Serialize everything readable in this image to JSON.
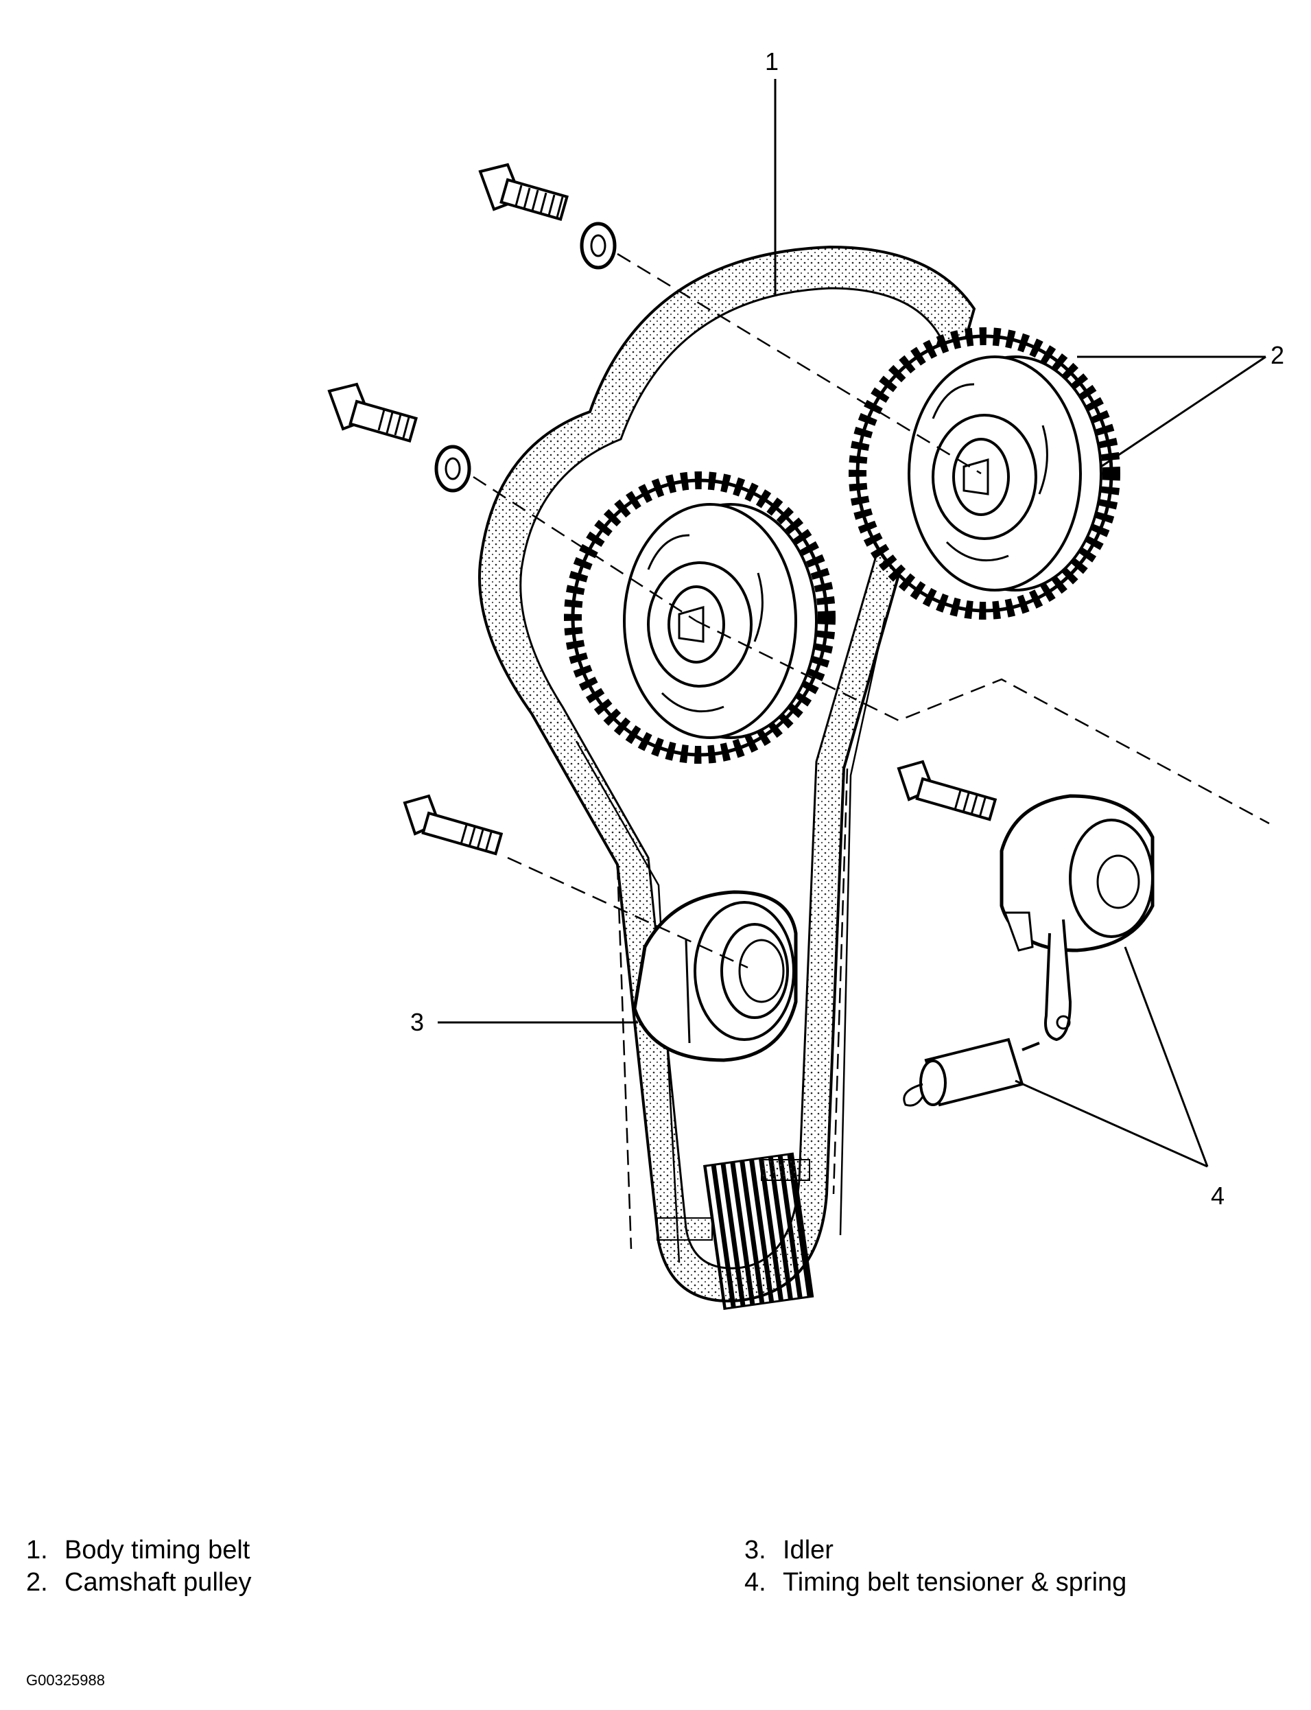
{
  "diagram": {
    "callouts": [
      {
        "id": "c1",
        "text": "1"
      },
      {
        "id": "c2",
        "text": "2"
      },
      {
        "id": "c3",
        "text": "3"
      },
      {
        "id": "c4",
        "text": "4"
      }
    ]
  },
  "legend": [
    {
      "num": "1.",
      "text": "Body timing belt"
    },
    {
      "num": "2.",
      "text": "Camshaft pulley"
    },
    {
      "num": "3.",
      "text": "Idler"
    },
    {
      "num": "4.",
      "text": "Timing belt tensioner & spring"
    }
  ],
  "figure_id": "G00325988",
  "icons": [
    "bolt-icon",
    "washer-icon",
    "pulley-icon",
    "idler-icon",
    "tensioner-icon",
    "spring-icon"
  ]
}
